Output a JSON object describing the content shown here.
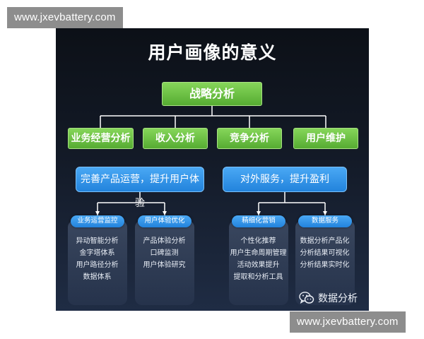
{
  "watermark": {
    "top": "www.jxevbattery.com",
    "bottom": "www.jxevbattery.com"
  },
  "diagram": {
    "title": "用户画像的意义",
    "root": "战略分析",
    "level2": [
      "业务经营分析",
      "收入分析",
      "竞争分析",
      "用户维护"
    ],
    "groups": [
      "完善产品运营，提升用户体验",
      "对外服务，提升盈利"
    ],
    "cards": [
      {
        "label": "业务运营监控",
        "items": [
          "异动智能分析",
          "金字塔体系",
          "用户路径分析",
          "数据体系"
        ]
      },
      {
        "label": "用户体验优化",
        "items": [
          "产品体验分析",
          "口碑监测",
          "用户体验研究"
        ]
      },
      {
        "label": "精细化营销",
        "items": [
          "个性化推荐",
          "用户生命周期管理",
          "活动效果提升",
          "提取和分析工具"
        ]
      },
      {
        "label": "数据服务",
        "items": [
          "数据分析产品化",
          "分析结果可视化",
          "分析结果实时化"
        ]
      }
    ]
  },
  "brand": {
    "text": "数据分析",
    "icon": "wechat-icon"
  },
  "colors": {
    "green": "#5cb536",
    "blue": "#2a8be0",
    "panel": "#131a27",
    "watermark": "#8d8d8d"
  }
}
